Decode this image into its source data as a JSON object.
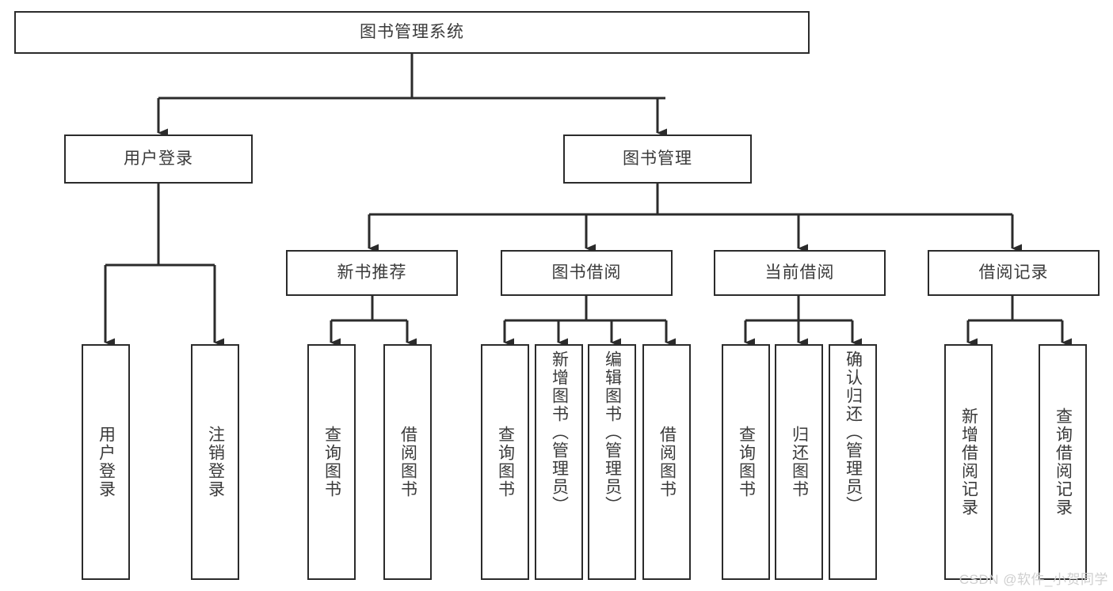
{
  "diagram": {
    "title": "图书管理系统",
    "type": "tree-hierarchy",
    "watermark": "CSDN @软件_小贺同学",
    "colors": {
      "box_border": "#2b2b2b",
      "box_fill": "#ffffff",
      "text": "#3a3a3a",
      "connector": "#2b2b2b",
      "watermark": "#cfcfcf",
      "background": "#ffffff"
    },
    "nodes": {
      "root": {
        "label": "图书管理系统"
      },
      "level2": [
        {
          "id": "user-login",
          "label": "用户登录"
        },
        {
          "id": "book-manage",
          "label": "图书管理"
        }
      ],
      "level3": [
        {
          "id": "new-book-recommend",
          "label": "新书推荐"
        },
        {
          "id": "book-borrow",
          "label": "图书借阅"
        },
        {
          "id": "current-borrow",
          "label": "当前借阅"
        },
        {
          "id": "borrow-record",
          "label": "借阅记录"
        }
      ],
      "level4": [
        {
          "id": "leaf-user-login",
          "label": "用户登录",
          "parent": "user-login"
        },
        {
          "id": "leaf-logout",
          "label": "注销登录",
          "parent": "user-login"
        },
        {
          "id": "leaf-query-book-1",
          "label": "查询图书",
          "parent": "new-book-recommend"
        },
        {
          "id": "leaf-borrow-book-1",
          "label": "借阅图书",
          "parent": "new-book-recommend"
        },
        {
          "id": "leaf-query-book-2",
          "label": "查询图书",
          "parent": "book-borrow"
        },
        {
          "id": "leaf-add-book",
          "label": "新增图书（管理员）",
          "parent": "book-borrow"
        },
        {
          "id": "leaf-edit-book",
          "label": "编辑图书（管理员）",
          "parent": "book-borrow"
        },
        {
          "id": "leaf-borrow-book-2",
          "label": "借阅图书",
          "parent": "book-borrow"
        },
        {
          "id": "leaf-query-book-3",
          "label": "查询图书",
          "parent": "current-borrow"
        },
        {
          "id": "leaf-return-book",
          "label": "归还图书",
          "parent": "current-borrow"
        },
        {
          "id": "leaf-confirm-return",
          "label": "确认归还（管理员）",
          "parent": "current-borrow"
        },
        {
          "id": "leaf-add-record",
          "label": "新增借阅记录",
          "parent": "borrow-record"
        },
        {
          "id": "leaf-query-record",
          "label": "查询借阅记录",
          "parent": "borrow-record"
        }
      ]
    }
  }
}
